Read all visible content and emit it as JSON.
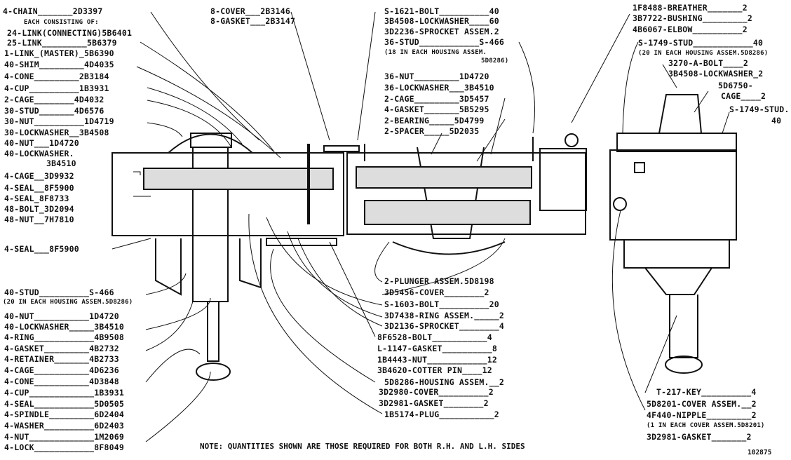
{
  "labels_left": [
    "4-CHAIN_______2D3397",
    "EACH CONSISTING OF:",
    "24-LINK(CONNECTING)5B6401",
    "25-LINK_________5B6379",
    "1-LINK_(MASTER)_5B6390",
    "40-SHIM_________4D4035",
    "4-CONE_________2B3184",
    "4-CUP__________1B3931",
    "2-CAGE________4D4032",
    "30-STUD_______4D6576",
    "30-NUT__________1D4719",
    "30-LOCKWASHER__3B4508",
    "40-NUT___1D4720",
    "40-LOCKWASHER.",
    "3B4510",
    "4-CAGE__3D9932",
    "4-SEAL__8F5900",
    "4-SEAL_8F8733",
    "48-BOLT_3D2094",
    "48-NUT__7H7810",
    "4-SEAL___8F5900"
  ],
  "labels_left_lower": [
    "40-STUD__________S-466",
    "(20 IN EACH HOUSING ASSEM.5D8286)",
    "40-NUT___________1D4720",
    "40-LOCKWASHER_____3B4510",
    "4-RING____________4B9508",
    "4-GASKET_________4B2732",
    "4-RETAINER_______4B2733",
    "4-CAGE___________4D6236",
    "4-CONE___________4D3848",
    "4-CUP_____________1B3931",
    "4-SEAL____________5D0505",
    "4-SPINDLE_________6D2404",
    "4-WASHER__________6D2403",
    "4-NUT_____________1M2069",
    "4-LOCK____________8F8049"
  ],
  "labels_top_center": [
    "8-COVER___2B3146",
    "8-GASKET___2B3147"
  ],
  "labels_top_right_center": [
    "S-1621-BOLT__________40",
    "3B4508-LOCKWASHER____60",
    "3D2236-SPROCKET ASSEM.2",
    "36-STUD____________S-466",
    "(18 IN EACH HOUSING ASSEM.",
    "5D8286)",
    "36-NUT_________1D4720",
    "36-LOCKWASHER___3B4510",
    "2-CAGE_________3D5457",
    "4-GASKET_______5B5295",
    "2-BEARING_____5D4799",
    "2-SPACER_____5D2035"
  ],
  "labels_center_bottom": [
    "2-PLUNGER ASSEM.5D8198",
    "3D5456-COVER________2",
    "S-1603-BOLT__________20",
    "3D7438-RING ASSEM._____2",
    "3D2136-SPROCKET________4",
    "8F6528-BOLT___________4",
    "L-1147-GASKET__________8",
    "1B4443-NUT____________12",
    "3B4620-COTTER PIN____12",
    "5D8286-HOUSING ASSEM.__2",
    "3D2980-COVER__________2",
    "3D2981-GASKET________2",
    "1B5174-PLUG___________2"
  ],
  "labels_right": [
    "1F8488-BREATHER_______2",
    "3B7722-BUSHING_________2",
    "4B6067-ELBOW__________2",
    "S-1749-STUD____________40",
    "(20 IN EACH HOUSING ASSEM.5D8286)",
    "3270-A-BOLT____2",
    "3B4508-LOCKWASHER_2",
    "5D6750-",
    "CAGE____2",
    "S-1749-STUD.",
    "40"
  ],
  "labels_right_bottom": [
    "T-217-KEY__________4",
    "5D8201-COVER ASSEM.__2",
    "4F440-NIPPLE_________2",
    "(1 IN EACH COVER ASSEM.5D8201)",
    "3D2981-GASKET_______2"
  ],
  "note": "NOTE: QUANTITIES SHOWN ARE THOSE REQUIRED FOR BOTH R.H. AND L.H. SIDES",
  "figure_number": "102875"
}
